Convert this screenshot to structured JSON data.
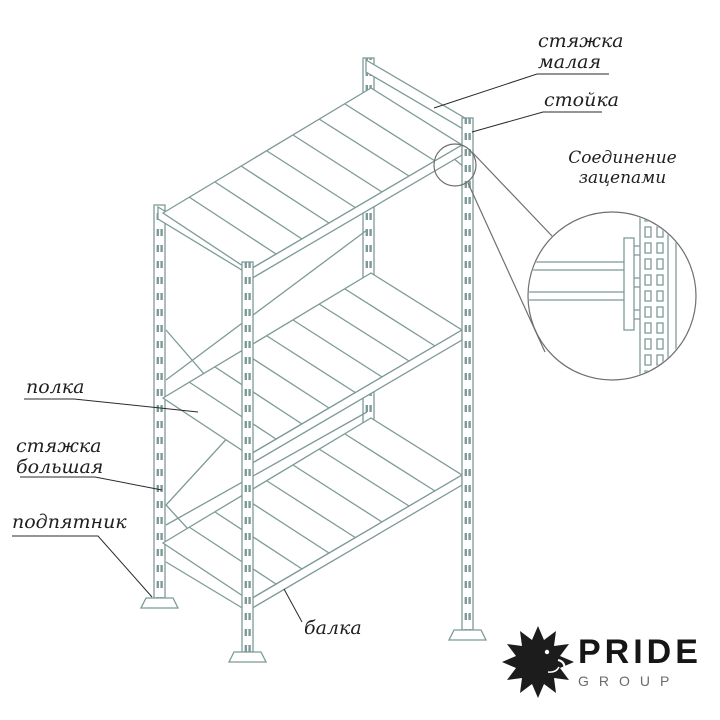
{
  "labels": {
    "tie_small_line1": "стяжка",
    "tie_small_line2": "малая",
    "upright": "стойка",
    "connection_line1": "Соединение",
    "connection_line2": "зацепами",
    "shelf": "полка",
    "tie_big_line1": "стяжка",
    "tie_big_line2": "большая",
    "foot": "подпятник",
    "beam": "балка"
  },
  "logo": {
    "brand": "PRIDE",
    "division": "GROUP"
  },
  "colors": {
    "drawing": "#7e9a98",
    "label_text": "#1f1f1f",
    "leader": "#2a2a2a",
    "logo_text": "#161616",
    "logo_sub": "#6b6b6b"
  }
}
